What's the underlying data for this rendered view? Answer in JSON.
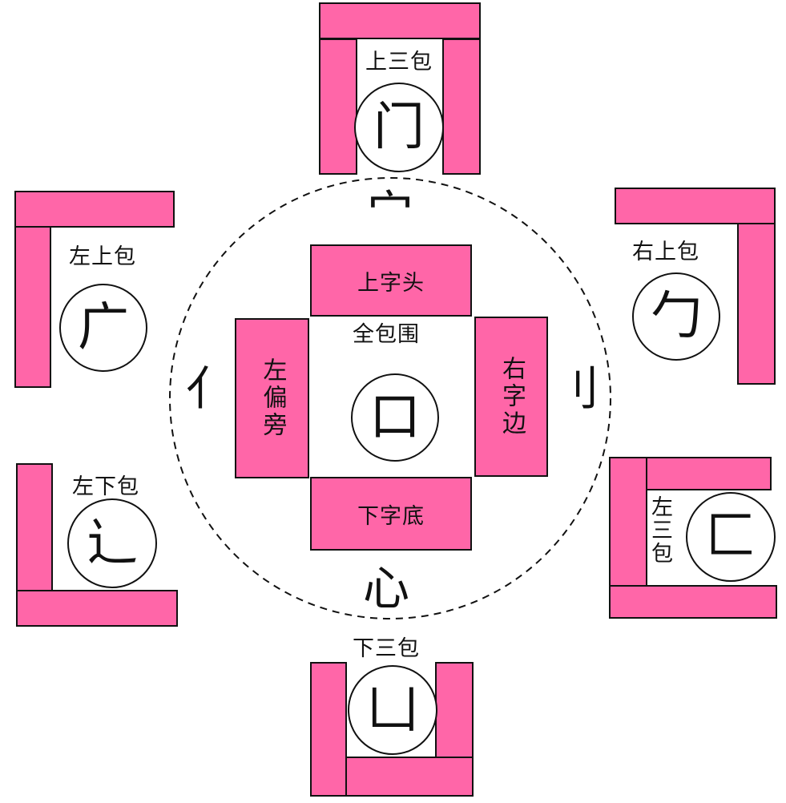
{
  "colors": {
    "pink": "#ff66a8",
    "outline": "#111111",
    "background": "#ffffff"
  },
  "center": {
    "label": "全包围",
    "glyph": "口",
    "top": "上字头",
    "bottom": "下字底",
    "left": "左偏旁",
    "right": "右字边"
  },
  "radicals": {
    "top": "宀",
    "bottom": "心",
    "left": "亻",
    "right": "刂"
  },
  "structures": [
    {
      "id": "top-three",
      "label": "上三包",
      "glyph": "门"
    },
    {
      "id": "top-left",
      "label": "左上包",
      "glyph": "广"
    },
    {
      "id": "top-right",
      "label": "右上包",
      "glyph": "勹"
    },
    {
      "id": "bottom-left",
      "label": "左下包",
      "glyph": "辶"
    },
    {
      "id": "left-three",
      "label": "左三包",
      "glyph": "匚"
    },
    {
      "id": "bottom-three",
      "label": "下三包",
      "glyph": "凵"
    }
  ]
}
